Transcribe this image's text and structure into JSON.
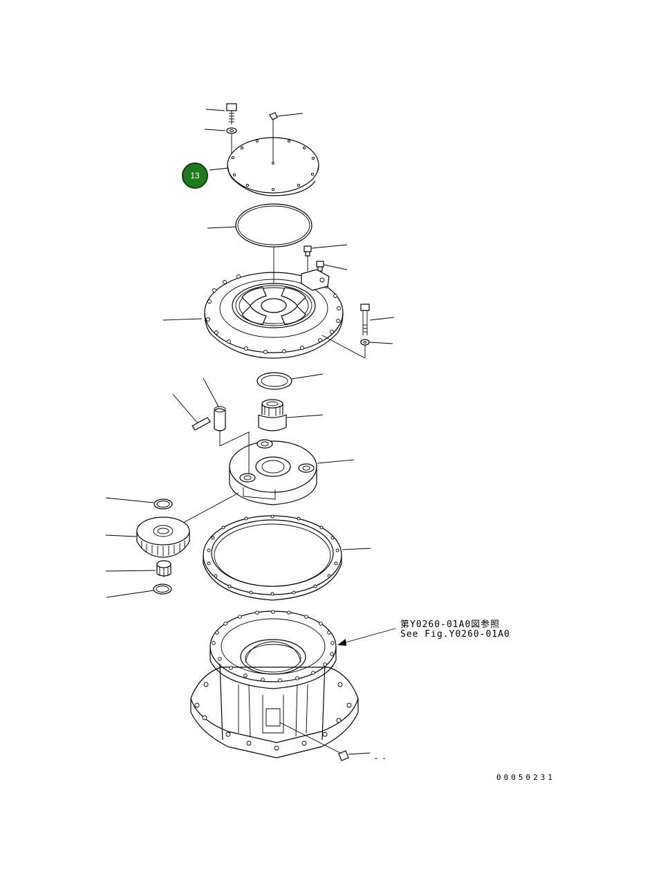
{
  "diagram": {
    "callout_badge": {
      "label": "13",
      "color": "#1f7a1f"
    },
    "reference_note": {
      "japanese": "第Y0260-01A0図参照",
      "english": "See Fig.Y0260-01A0"
    },
    "document_number": "00050231"
  }
}
